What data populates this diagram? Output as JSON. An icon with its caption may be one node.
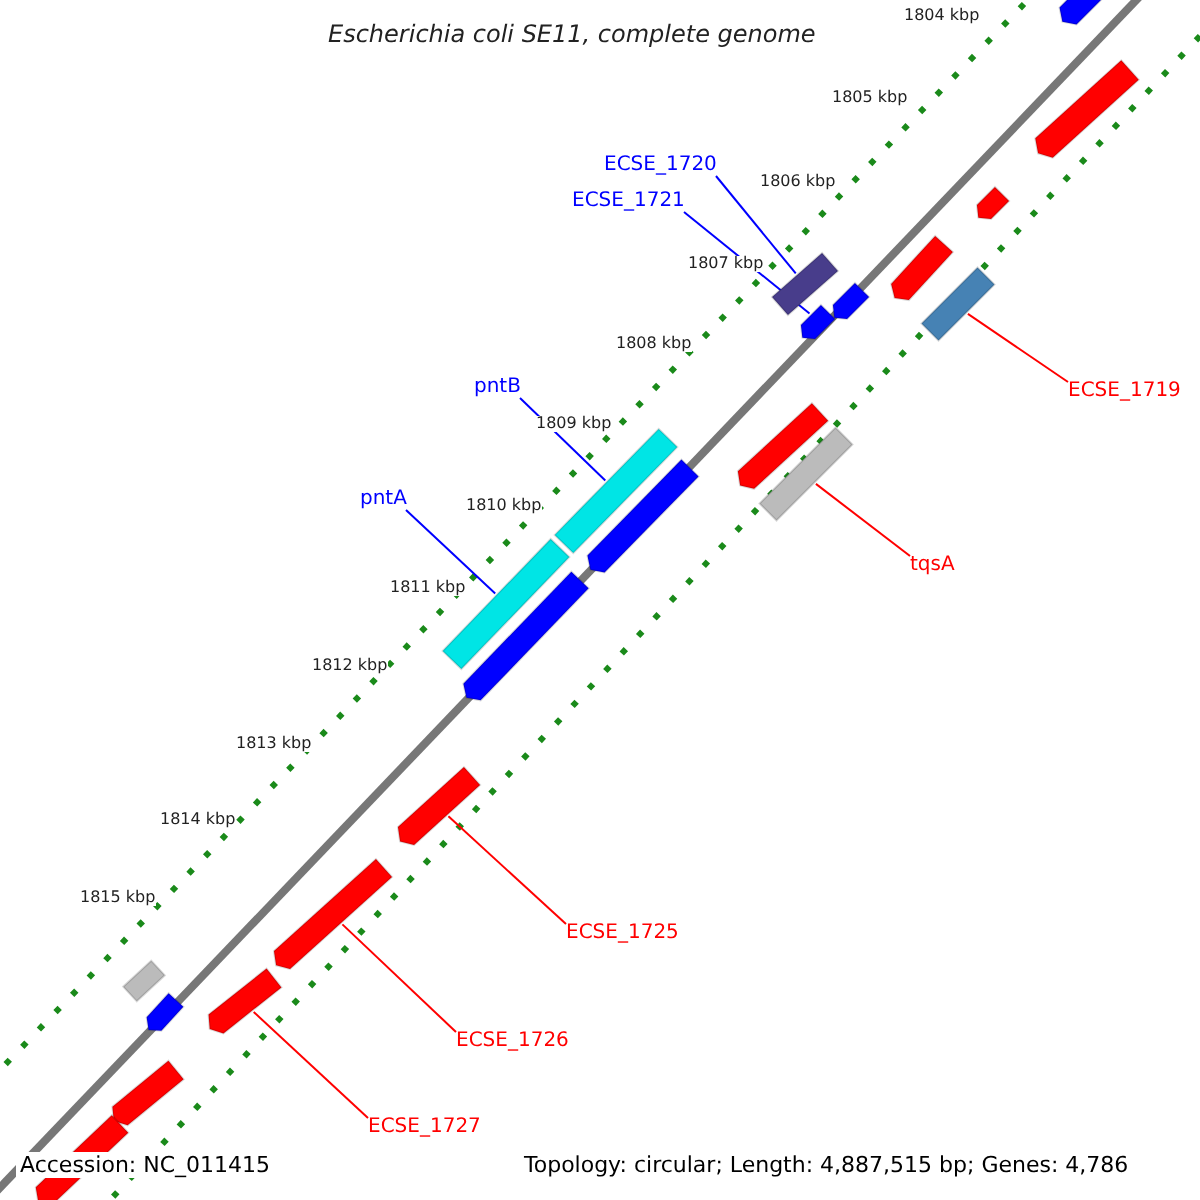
{
  "diagram": {
    "title": "Escherichia coli SE11, complete genome",
    "nodes": [
      {
        "text": [
          "ECSE_1720"
        ]
      },
      {
        "text": [
          "ECSE_1721"
        ]
      },
      {
        "text": [
          "pntB"
        ]
      },
      {
        "text": [
          "pntA"
        ]
      },
      {
        "text": [
          "ECSE_1719"
        ]
      },
      {
        "text": [
          "tqsA"
        ]
      },
      {
        "text": [
          "ECSE_1725"
        ]
      },
      {
        "text": [
          "ECSE_1726"
        ]
      },
      {
        "text": [
          "ECSE_1727"
        ]
      },
      {
        "text": [],
        "shape": "bar"
      },
      {
        "text": [],
        "shape": "bar"
      },
      {
        "text": [],
        "shape": "bar"
      },
      {
        "text": [],
        "shape": "bar"
      },
      {
        "text": [],
        "shape": "bar"
      },
      {
        "text": [],
        "shape": "bar"
      },
      {
        "text": [],
        "shape": "bar"
      },
      {
        "text": [],
        "shape": "bar"
      },
      {
        "text": [],
        "shape": "bar"
      },
      {
        "text": [],
        "shape": "bar"
      },
      {
        "text": [],
        "shape": "bar"
      },
      {
        "text": [],
        "shape": "bar"
      },
      {
        "text": [],
        "shape": "bar"
      },
      {
        "text": [],
        "shape": "bar"
      },
      {
        "text": [],
        "shape": "bar"
      },
      {
        "text": [],
        "shape": "bar"
      },
      {
        "text": [],
        "shape": "bar"
      },
      {
        "text": [],
        "shape": "bar"
      },
      {
        "text": [],
        "shape": "bar"
      },
      {
        "text": [],
        "shape": "bar"
      },
      {
        "text": [],
        "shape": "bar"
      }
    ],
    "edges": [
      {
        "from": 0,
        "to": 13,
        "arrow": "none",
        "color": "#0000ff"
      },
      {
        "from": 1,
        "to": 16,
        "arrow": "none",
        "color": "#0000ff"
      },
      {
        "from": 2,
        "to": 19,
        "arrow": "none",
        "color": "#0000ff"
      },
      {
        "from": 3,
        "to": 21,
        "arrow": "none",
        "color": "#0000ff"
      },
      {
        "from": 4,
        "to": 15,
        "arrow": "none"
      },
      {
        "from": 5,
        "to": 18,
        "arrow": "none"
      },
      {
        "from": 6,
        "to": 23,
        "arrow": "none"
      },
      {
        "from": 7,
        "to": 24,
        "arrow": "none"
      },
      {
        "from": 8,
        "to": 26,
        "arrow": "none"
      }
    ],
    "labels": [
      "1804 kbp",
      "1805 kbp",
      "1806 kbp",
      "1807 kbp",
      "1808 kbp",
      "1809 kbp",
      "1810 kbp",
      "1811 kbp",
      "1812 kbp",
      "1813 kbp",
      "1814 kbp",
      "1815 kbp",
      "Accession: NC_011415",
      "Topology: circular; Length: 4,887,515 bp; Genes: 4,786"
    ]
  }
}
